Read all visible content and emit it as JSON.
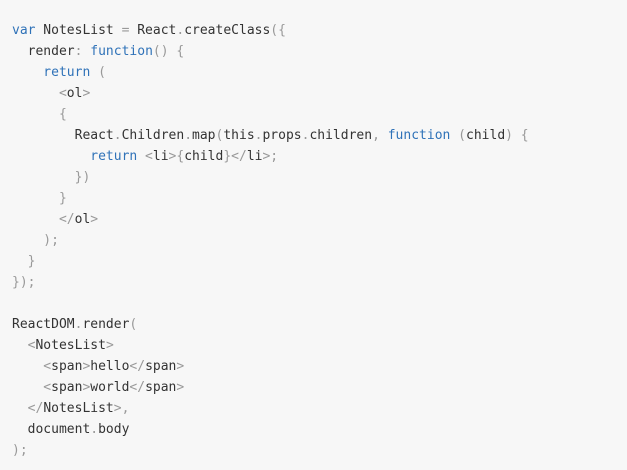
{
  "code": {
    "language": "javascript",
    "lines": [
      [
        {
          "t": "var",
          "c": "kw"
        },
        {
          "t": " NotesList ",
          "c": "id"
        },
        {
          "t": "=",
          "c": "pun"
        },
        {
          "t": " React",
          "c": "id"
        },
        {
          "t": ".",
          "c": "pun"
        },
        {
          "t": "createClass",
          "c": "id"
        },
        {
          "t": "({",
          "c": "pun"
        }
      ],
      [
        {
          "t": "  render",
          "c": "id"
        },
        {
          "t": ":",
          "c": "pun"
        },
        {
          "t": " function",
          "c": "kw"
        },
        {
          "t": "() {",
          "c": "pun"
        }
      ],
      [
        {
          "t": "    return",
          "c": "kw"
        },
        {
          "t": " (",
          "c": "pun"
        }
      ],
      [
        {
          "t": "      <",
          "c": "pun"
        },
        {
          "t": "ol",
          "c": "tag"
        },
        {
          "t": ">",
          "c": "pun"
        }
      ],
      [
        {
          "t": "      {",
          "c": "pun"
        }
      ],
      [
        {
          "t": "        React",
          "c": "id"
        },
        {
          "t": ".",
          "c": "pun"
        },
        {
          "t": "Children",
          "c": "id"
        },
        {
          "t": ".",
          "c": "pun"
        },
        {
          "t": "map",
          "c": "id"
        },
        {
          "t": "(",
          "c": "pun"
        },
        {
          "t": "this",
          "c": "id"
        },
        {
          "t": ".",
          "c": "pun"
        },
        {
          "t": "props",
          "c": "id"
        },
        {
          "t": ".",
          "c": "pun"
        },
        {
          "t": "children",
          "c": "id"
        },
        {
          "t": ", ",
          "c": "pun"
        },
        {
          "t": "function",
          "c": "kw"
        },
        {
          "t": " (",
          "c": "pun"
        },
        {
          "t": "child",
          "c": "id"
        },
        {
          "t": ") {",
          "c": "pun"
        }
      ],
      [
        {
          "t": "          return",
          "c": "kw"
        },
        {
          "t": " <",
          "c": "pun"
        },
        {
          "t": "li",
          "c": "tag"
        },
        {
          "t": ">{",
          "c": "pun"
        },
        {
          "t": "child",
          "c": "id"
        },
        {
          "t": "}</",
          "c": "pun"
        },
        {
          "t": "li",
          "c": "tag"
        },
        {
          "t": ">;",
          "c": "pun"
        }
      ],
      [
        {
          "t": "        })",
          "c": "pun"
        }
      ],
      [
        {
          "t": "      }",
          "c": "pun"
        }
      ],
      [
        {
          "t": "      </",
          "c": "pun"
        },
        {
          "t": "ol",
          "c": "tag"
        },
        {
          "t": ">",
          "c": "pun"
        }
      ],
      [
        {
          "t": "    );",
          "c": "pun"
        }
      ],
      [
        {
          "t": "  }",
          "c": "pun"
        }
      ],
      [
        {
          "t": "});",
          "c": "pun"
        }
      ],
      [],
      [
        {
          "t": "ReactDOM",
          "c": "id"
        },
        {
          "t": ".",
          "c": "pun"
        },
        {
          "t": "render",
          "c": "id"
        },
        {
          "t": "(",
          "c": "pun"
        }
      ],
      [
        {
          "t": "  <",
          "c": "pun"
        },
        {
          "t": "NotesList",
          "c": "tag"
        },
        {
          "t": ">",
          "c": "pun"
        }
      ],
      [
        {
          "t": "    <",
          "c": "pun"
        },
        {
          "t": "span",
          "c": "tag"
        },
        {
          "t": ">",
          "c": "pun"
        },
        {
          "t": "hello",
          "c": "txt"
        },
        {
          "t": "</",
          "c": "pun"
        },
        {
          "t": "span",
          "c": "tag"
        },
        {
          "t": ">",
          "c": "pun"
        }
      ],
      [
        {
          "t": "    <",
          "c": "pun"
        },
        {
          "t": "span",
          "c": "tag"
        },
        {
          "t": ">",
          "c": "pun"
        },
        {
          "t": "world",
          "c": "txt"
        },
        {
          "t": "</",
          "c": "pun"
        },
        {
          "t": "span",
          "c": "tag"
        },
        {
          "t": ">",
          "c": "pun"
        }
      ],
      [
        {
          "t": "  </",
          "c": "pun"
        },
        {
          "t": "NotesList",
          "c": "tag"
        },
        {
          "t": ">,",
          "c": "pun"
        }
      ],
      [
        {
          "t": "  document",
          "c": "id"
        },
        {
          "t": ".",
          "c": "pun"
        },
        {
          "t": "body",
          "c": "id"
        }
      ],
      [
        {
          "t": ");",
          "c": "pun"
        }
      ]
    ]
  },
  "colors": {
    "background": "#f7f7f7",
    "text": "#333333",
    "keyword": "#2f72b8",
    "punctuation": "#999999"
  }
}
